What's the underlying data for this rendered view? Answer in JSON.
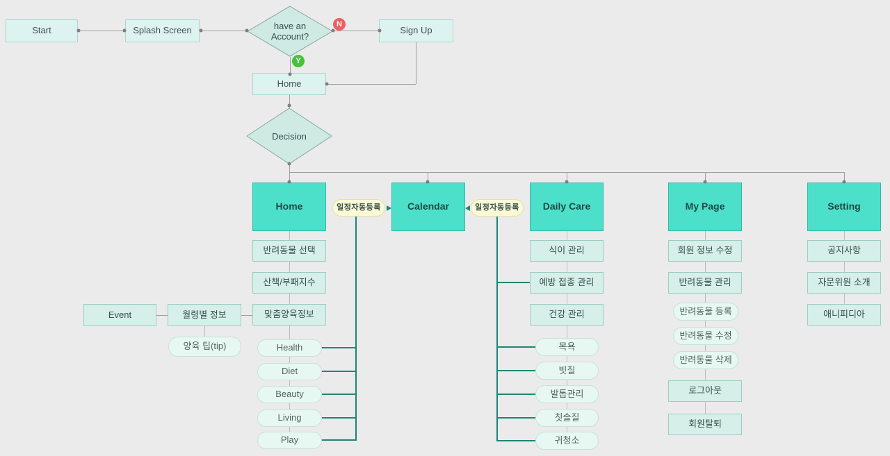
{
  "top_flow": {
    "start": "Start",
    "splash": "Splash Screen",
    "have_account_line1": "have an",
    "have_account_line2": "Account?",
    "badge_no": "N",
    "badge_yes": "Y",
    "sign_up": "Sign Up",
    "home": "Home",
    "decision": "Decision"
  },
  "auto_schedule": {
    "left_label": "일정자동등록",
    "right_label": "일정자동등록"
  },
  "columns": {
    "home": {
      "header": "Home",
      "items": [
        "반려동물 선택",
        "산책/부패지수",
        "맞춤양육정보"
      ],
      "pills": [
        "Health",
        "Diet",
        "Beauty",
        "Living",
        "Play"
      ]
    },
    "calendar": {
      "header": "Calendar"
    },
    "daily_care": {
      "header": "Daily Care",
      "items": [
        "식이 관리",
        "예방 접종 관리",
        "건강 관리"
      ],
      "pills": [
        "목욕",
        "빗질",
        "발톱관리",
        "칫솔질",
        "귀청소"
      ]
    },
    "my_page": {
      "header": "My Page",
      "items": [
        "회원 정보 수정",
        "반려동물 관리"
      ],
      "pills": [
        "반려동물 등록",
        "반려동물 수정",
        "반려동물 삭제"
      ],
      "items2": [
        "로그아웃",
        "회원탈퇴"
      ]
    },
    "setting": {
      "header": "Setting",
      "items": [
        "공지사항",
        "자문위원 소개",
        "애니피디아"
      ]
    }
  },
  "event_group": {
    "event": "Event",
    "monthly_info": "월령별 정보",
    "tip": "양육 팁(tip)"
  },
  "colors": {
    "background": "#ebebeb",
    "header_fill": "#4ce0cb",
    "rect_fill": "#d6efe8",
    "pill_fill": "#e7f7f2",
    "top_fill": "#ddf3f0",
    "diamond_fill": "#cfeae3",
    "yellow_fill": "#fbfad6",
    "no_badge": "#ed5e63",
    "yes_badge": "#48c13c",
    "gray_line": "#9e9e9e",
    "teal_line": "#1d8578"
  }
}
